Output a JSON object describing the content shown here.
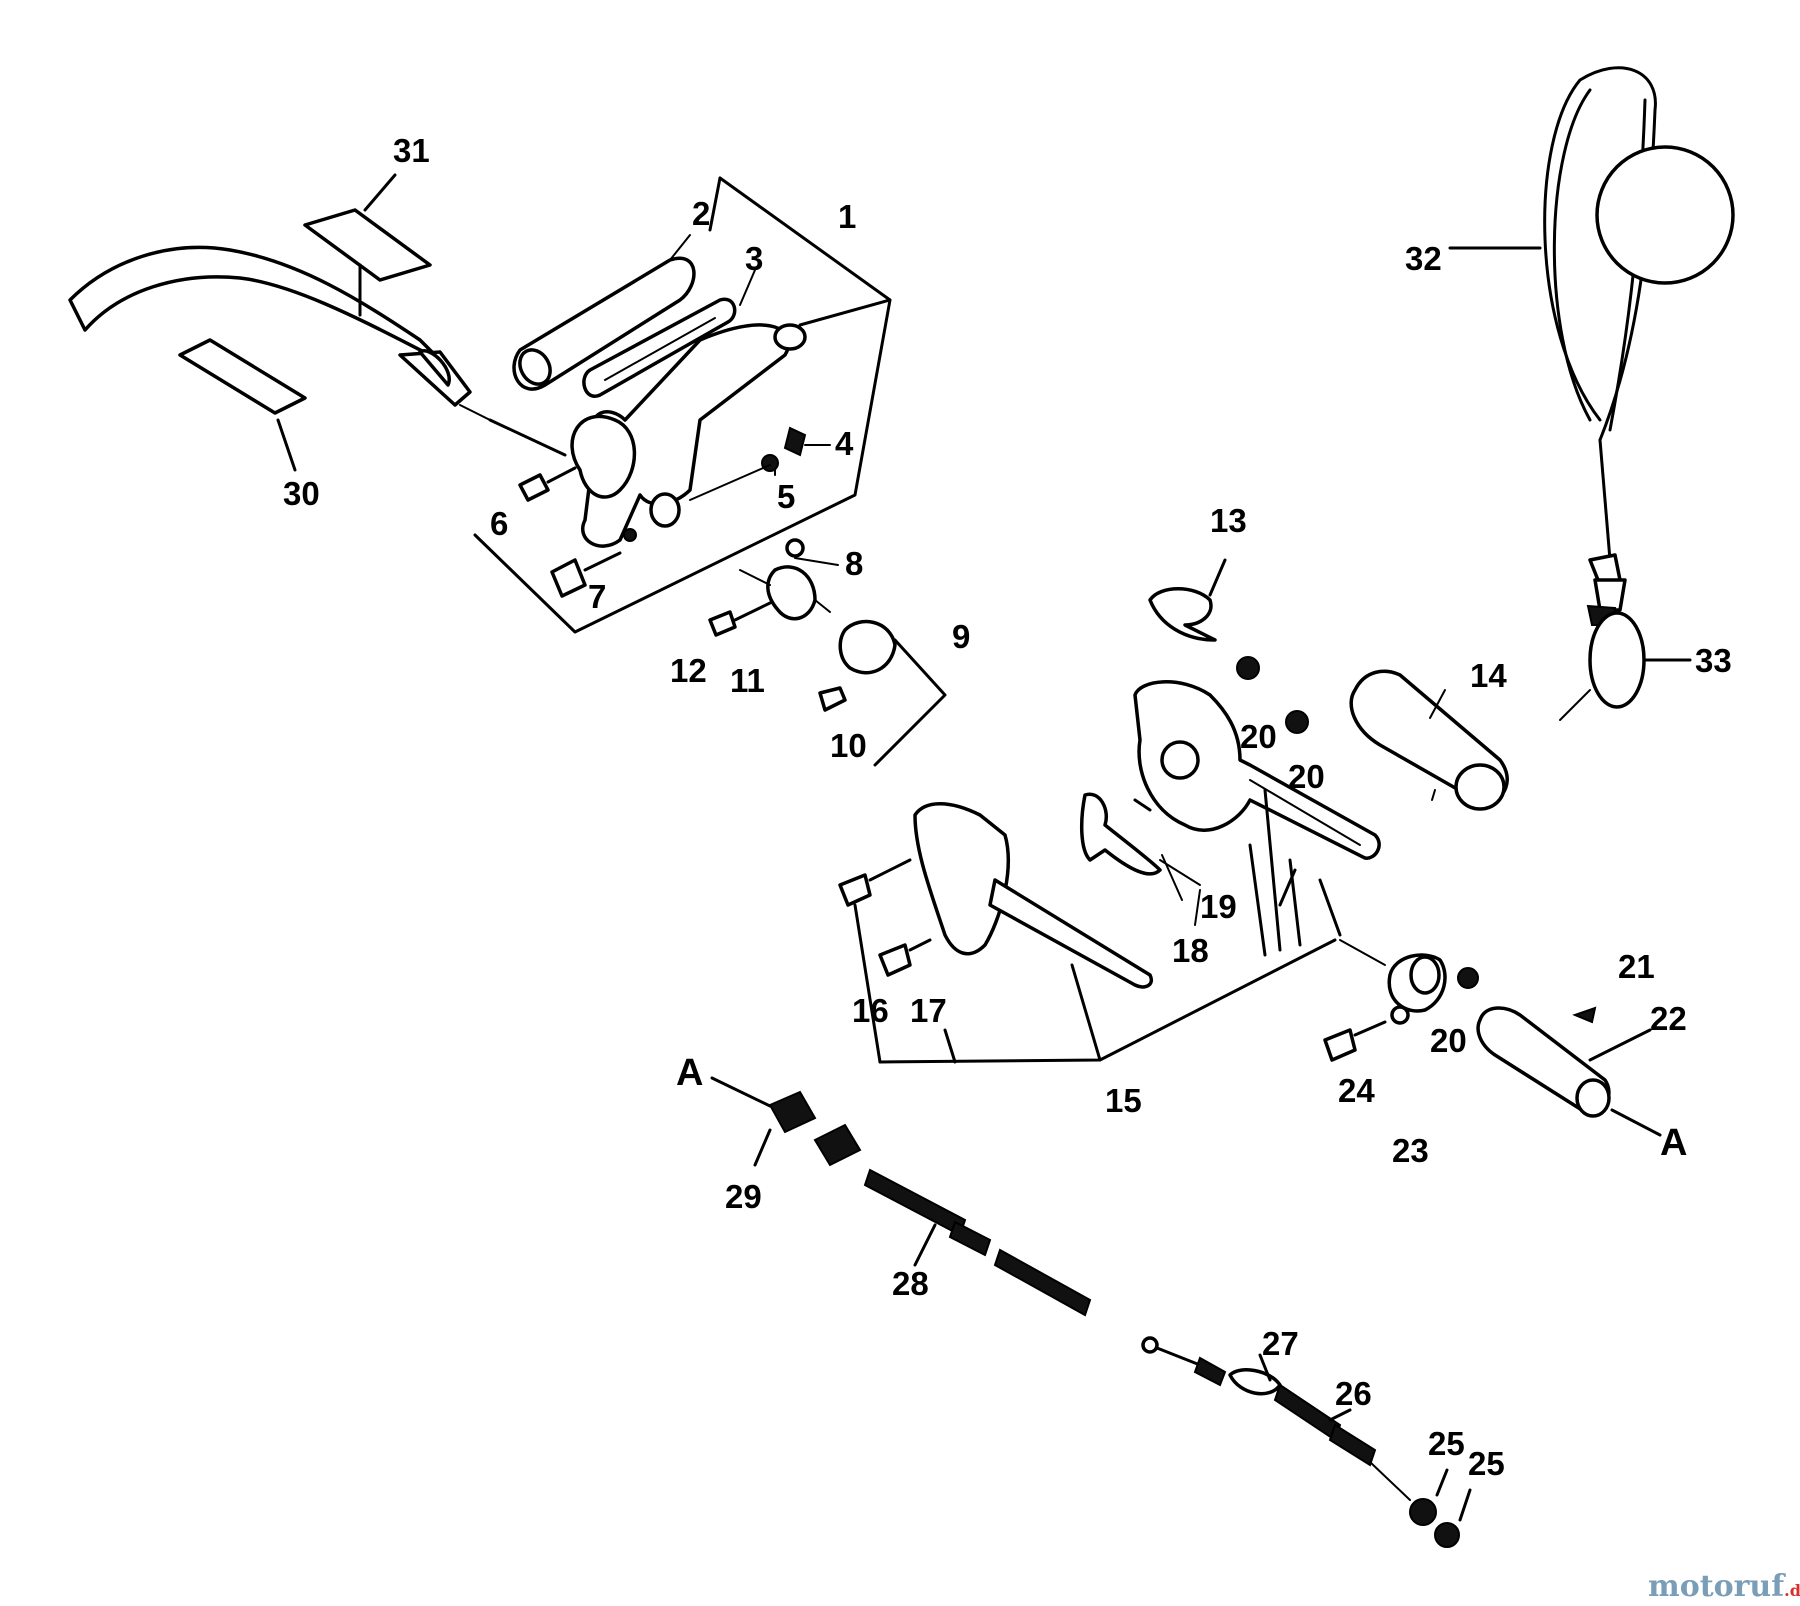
{
  "labels": {
    "p1": "1",
    "p2": "2",
    "p3": "3",
    "p4": "4",
    "p5": "5",
    "p6": "6",
    "p7": "7",
    "p8": "8",
    "p9": "9",
    "p10": "10",
    "p11": "11",
    "p12": "12",
    "p13": "13",
    "p14": "14",
    "p15": "15",
    "p16": "16",
    "p17": "17",
    "p18": "18",
    "p19": "19",
    "p20": "20",
    "p21": "21",
    "p22": "22",
    "p23": "23",
    "p24": "24",
    "p25": "25",
    "p26": "26",
    "p27": "27",
    "p28": "28",
    "p29": "29",
    "p30": "30",
    "p31": "31",
    "p32": "32",
    "p33": "33",
    "connA": "A"
  },
  "watermark": {
    "brand": "motoruf",
    "tld": ".de"
  },
  "colors": {
    "line": "#000000",
    "background": "#ffffff",
    "watermark_main": "#7a9db8",
    "watermark_accent": "#d9302c"
  }
}
